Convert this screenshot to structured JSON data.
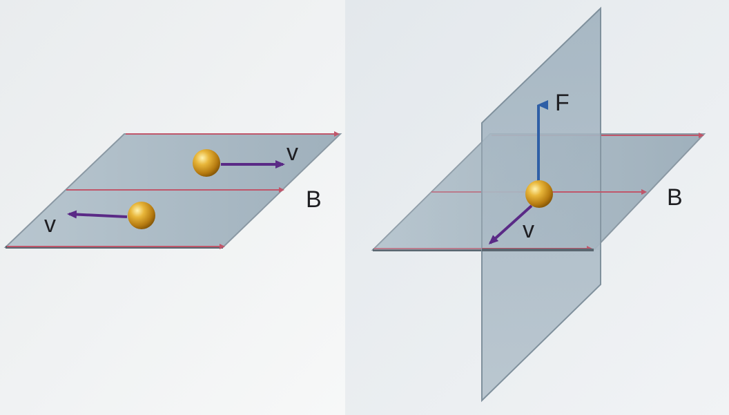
{
  "left_panel": {
    "velocity_label_top": "v",
    "velocity_label_bottom": "v",
    "field_label": "B"
  },
  "right_panel": {
    "force_label": "F",
    "velocity_label": "v",
    "field_label": "B"
  },
  "colors": {
    "plane_fill": "#a9b9c4",
    "plane_edge": "#8a98a3",
    "field_line": "#c0566a",
    "velocity_arrow": "#5a2a86",
    "force_arrow": "#2f5fa6",
    "particle": "#d39a1e"
  }
}
